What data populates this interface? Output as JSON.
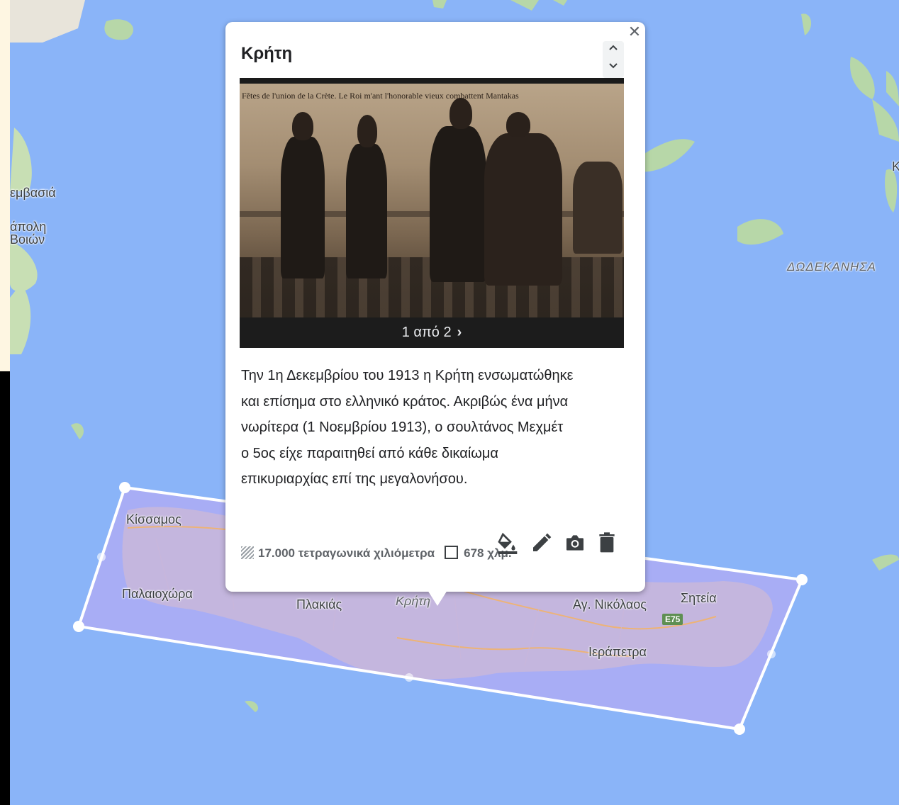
{
  "map": {
    "labels": {
      "monemvasia": "εμβασιά",
      "neapoli": "άπολη",
      "voion": "Βοιών",
      "dodekanisa": "ΔΩΔΕΚΑΝΗΣΑ",
      "kissamos": "Κίσσαμος",
      "palaiochora": "Παλαιοχώρα",
      "plakias": "Πλακιάς",
      "kriti": "Κρήτη",
      "ag_nikolaos": "Αγ. Νικόλαος",
      "siteia": "Σητεία",
      "ierapetra": "Ιεράπετρα",
      "road_e75": "E75",
      "edge_k": "Κ"
    },
    "colors": {
      "sea": "#8ab4f8",
      "land": "#d4c9b0",
      "polygon_fill": "#b9a9f3",
      "polygon_stroke": "#ffffff"
    }
  },
  "popup": {
    "title": "Κρήτη",
    "photo": {
      "caption": "Fêtes de l'union de la Crète.   Le Roi m'ant l'honorable vieux combattent Mantakas",
      "pager_text": "1 από 2",
      "next_icon": "chevron-right-icon"
    },
    "description": "Την 1η Δεκεμβρίου του 1913 η Κρήτη ενσωματώθηκε και επίσημα στο ελληνικό κράτος. Ακριβώς ένα μήνα νωρίτερα (1 Νοεμβρίου 1913), ο σουλτάνος Μεχμέτ ο 5ος είχε παραιτηθεί από κάθε δικαίωμα επικυριαρχίας επί της μεγαλονήσου.",
    "area": "17.000 τετραγωνικά χιλιόμετρα",
    "perimeter": "678 χλμ.",
    "tools": [
      "paint-bucket-icon",
      "pencil-icon",
      "camera-icon",
      "trash-icon"
    ],
    "close_icon": "close-icon",
    "scroll_icons": [
      "chevron-up-icon",
      "chevron-down-icon"
    ]
  }
}
